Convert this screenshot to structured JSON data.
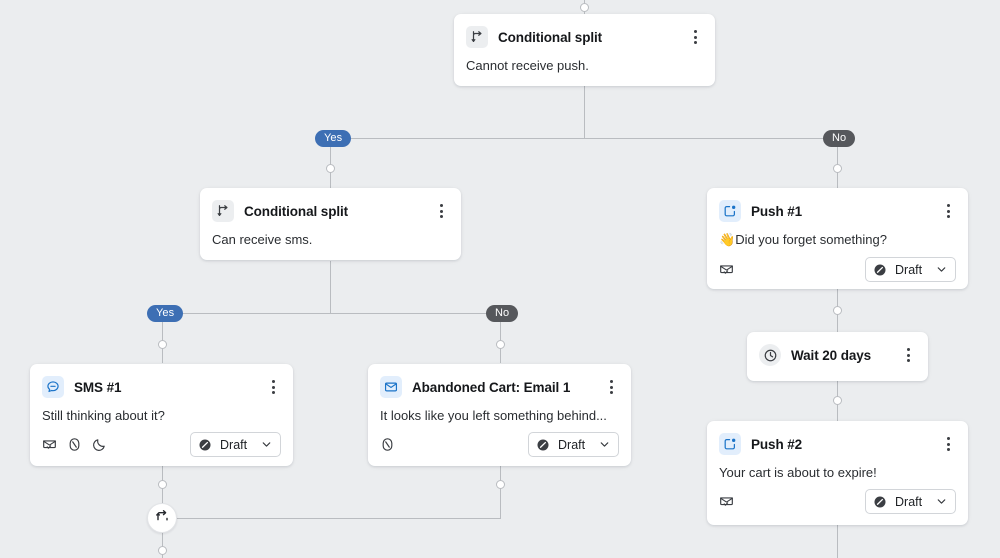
{
  "canvas": {
    "background": "#ebedef",
    "line_color": "#b9bcc0",
    "accent_yes": "#3d6fb4",
    "accent_no": "#56585c",
    "accent_blue_icon": "#1a73c8"
  },
  "branch_labels": {
    "root_yes": "Yes",
    "root_no": "No",
    "sms_yes": "Yes",
    "sms_no": "No"
  },
  "nodes": {
    "root_split": {
      "icon": "conditional-split-icon",
      "title": "Conditional split",
      "body": "Cannot receive push."
    },
    "sms_split": {
      "icon": "conditional-split-icon",
      "title": "Conditional split",
      "body": "Can receive sms."
    },
    "push1": {
      "icon": "push-notification-icon",
      "title": "Push #1",
      "emoji": "👋",
      "body": "Did you forget something?",
      "foot_icons": [
        "envelope-check-icon"
      ],
      "status": "Draft"
    },
    "wait": {
      "icon": "clock-icon",
      "title": "Wait 20 days"
    },
    "push2": {
      "icon": "push-notification-icon",
      "title": "Push #2",
      "emoji": "",
      "body": "Your cart is about to expire!",
      "foot_icons": [
        "envelope-check-icon"
      ],
      "status": "Draft"
    },
    "sms1": {
      "icon": "sms-icon",
      "title": "SMS #1",
      "emoji": "",
      "body": "Still thinking about it?",
      "foot_icons": [
        "envelope-check-icon",
        "link-icon",
        "moon-icon"
      ],
      "status": "Draft"
    },
    "email1": {
      "icon": "email-icon",
      "title": "Abandoned Cart: Email 1",
      "emoji": "",
      "body": "It looks like you left something behind...",
      "foot_icons": [
        "link-icon"
      ],
      "status": "Draft"
    },
    "merge": {
      "icon": "merge-loop-icon"
    }
  }
}
